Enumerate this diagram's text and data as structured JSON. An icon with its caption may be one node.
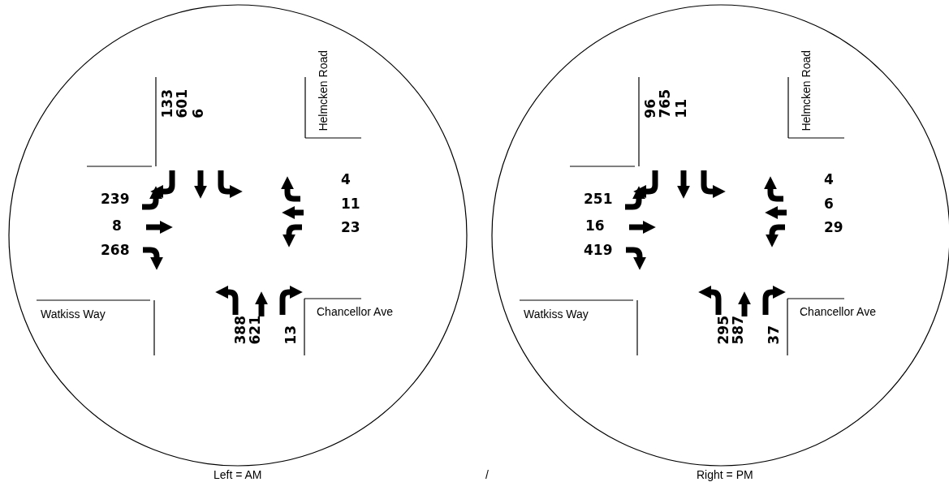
{
  "diagram": {
    "nodes": [
      {
        "text": [
          "133",
          "601",
          "6",
          "Helmcken Road",
          "4",
          "11",
          "23",
          "239",
          "8",
          "268",
          "Watkiss Way",
          "388",
          "621",
          "13",
          "Chancellor Ave"
        ]
      },
      {
        "text": [
          "96",
          "765",
          "11",
          "Helmcken Road",
          "4",
          "6",
          "29",
          "251",
          "16",
          "419",
          "Watkiss Way",
          "295",
          "587",
          "37",
          "Chancellor Ave"
        ]
      }
    ],
    "labels": [
      "Left = AM",
      "/",
      "Right = PM"
    ]
  }
}
